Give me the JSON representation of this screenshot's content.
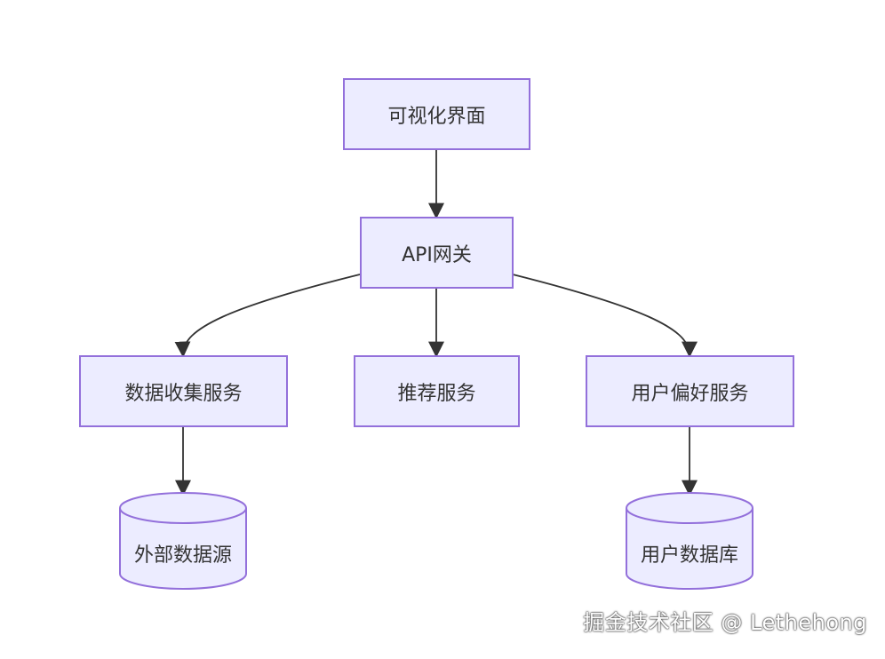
{
  "diagram": {
    "nodes": {
      "ui": "可视化界面",
      "gateway": "API网关",
      "collector": "数据收集服务",
      "recommend": "推荐服务",
      "preference": "用户偏好服务",
      "external": "外部数据源",
      "userdb": "用户数据库"
    },
    "colors": {
      "node_fill": "#ECECFF",
      "node_stroke": "#9370DB",
      "edge": "#333333"
    }
  },
  "watermark": "掘金技术社区 @ Lethehong"
}
